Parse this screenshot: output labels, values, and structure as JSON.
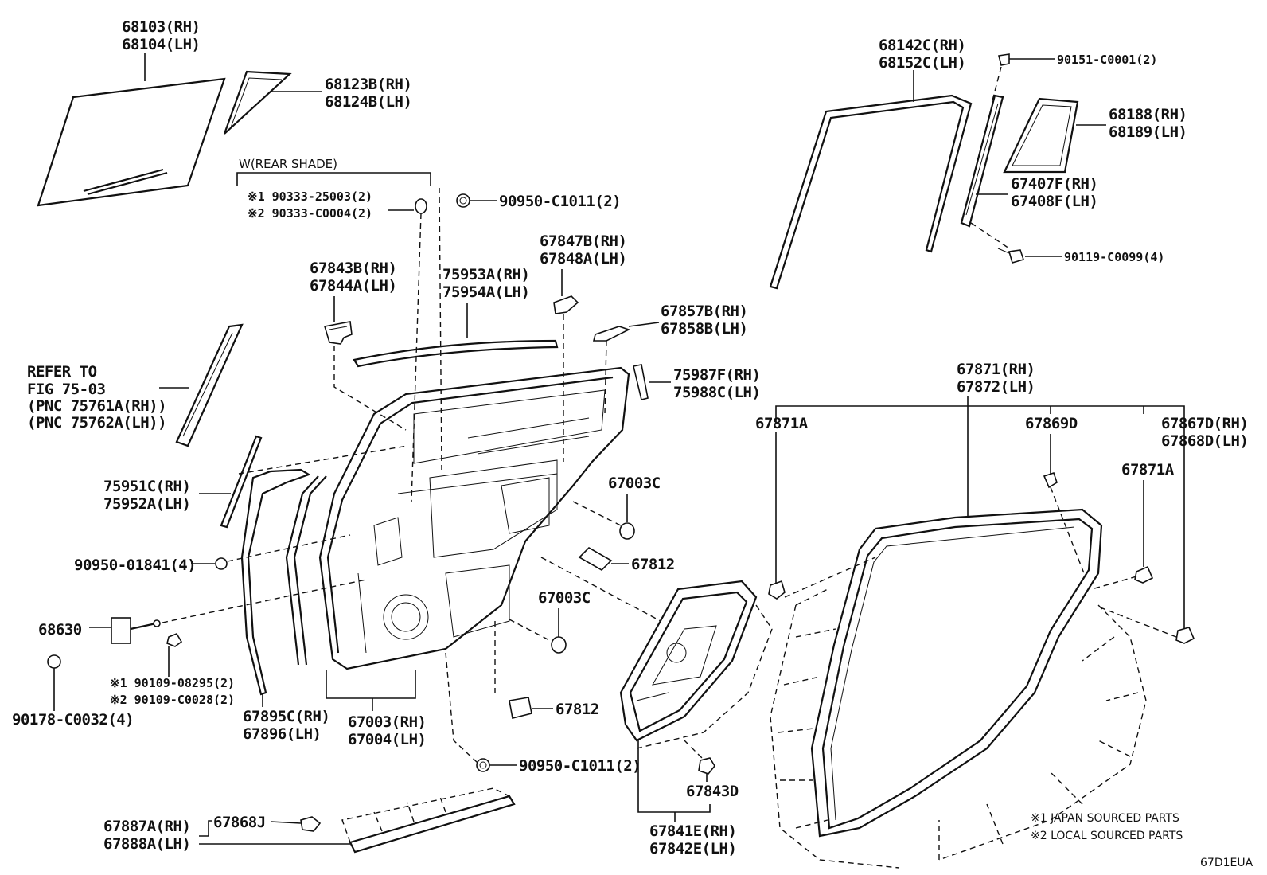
{
  "labels": {
    "g68103": [
      "68103(RH)",
      "68104(LH)"
    ],
    "g68123": [
      "68123B(RH)",
      "68124B(LH)"
    ],
    "rear_shade": "W(REAR SHADE)",
    "g90333": [
      "※1 90333-25003(2)",
      "※2 90333-C0004(2)"
    ],
    "g90950_top": "90950-C1011(2)",
    "g67843B": [
      "67843B(RH)",
      "67844A(LH)"
    ],
    "g75953": [
      "75953A(RH)",
      "75954A(LH)"
    ],
    "g67847": [
      "67847B(RH)",
      "67848A(LH)"
    ],
    "g67857": [
      "67857B(RH)",
      "67858B(LH)"
    ],
    "refer": [
      "REFER TO",
      "FIG 75-03",
      "(PNC 75761A(RH))",
      "(PNC 75762A(LH))"
    ],
    "g75987": [
      "75987F(RH)",
      "75988C(LH)"
    ],
    "g75951": [
      "75951C(RH)",
      "75952A(LH)"
    ],
    "p67003C_a": "67003C",
    "p67812_a": "67812",
    "p90950_01841": "90950-01841(4)",
    "p67003C_b": "67003C",
    "p68630": "68630",
    "g90109": [
      "※1 90109-08295(2)",
      "※2 90109-C0028(2)"
    ],
    "p90178": "90178-C0032(4)",
    "g67895": [
      "67895C(RH)",
      "67896(LH)"
    ],
    "g67003": [
      "67003(RH)",
      "67004(LH)"
    ],
    "p67812_b": "67812",
    "p90950_bottom": "90950-C1011(2)",
    "g67887": [
      "67887A(RH)",
      "67888A(LH)"
    ],
    "p67868J": "67868J",
    "p67843D": "67843D",
    "g67841": [
      "67841E(RH)",
      "67842E(LH)"
    ],
    "g68142": [
      "68142C(RH)",
      "68152C(LH)"
    ],
    "p90151": "90151-C0001(2)",
    "g68188": [
      "68188(RH)",
      "68189(LH)"
    ],
    "g67407": [
      "67407F(RH)",
      "67408F(LH)"
    ],
    "p90119": "90119-C0099(4)",
    "g67871": [
      "67871(RH)",
      "67872(LH)"
    ],
    "p67871A_left": "67871A",
    "p67869D": "67869D",
    "g67867": [
      "67867D(RH)",
      "67868D(LH)"
    ],
    "p67871A_right": "67871A"
  },
  "legend": {
    "note1": "※1 JAPAN SOURCED PARTS",
    "note2": "※2 LOCAL SOURCED PARTS"
  },
  "figure_code": "67D1EUA"
}
